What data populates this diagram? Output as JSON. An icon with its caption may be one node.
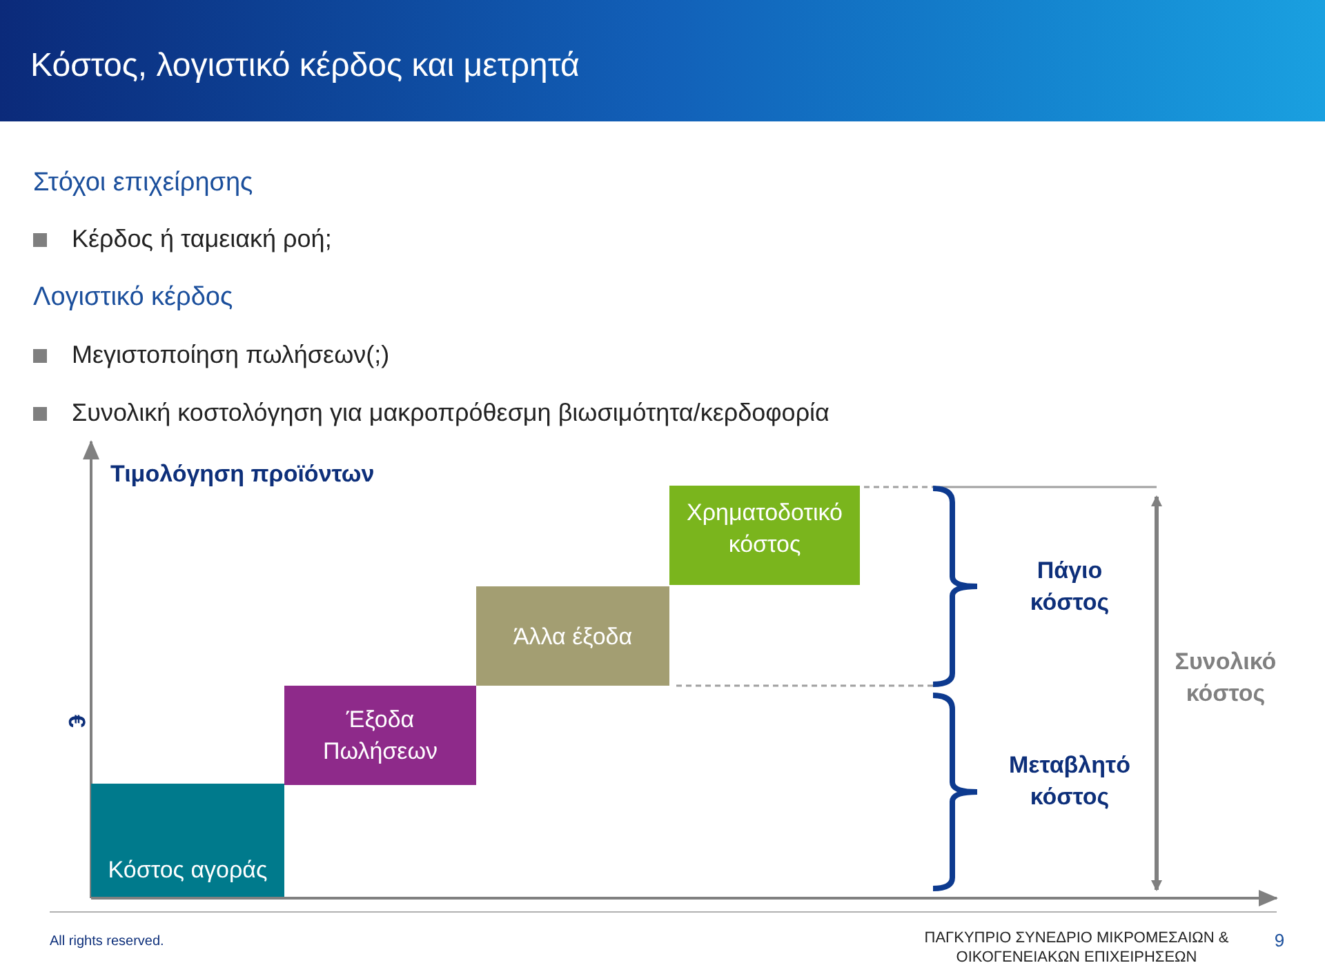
{
  "diagram": {
    "title": "Κόστος, λογιστικό κέρδος και μετρητά",
    "nodes": [
      {
        "text": [
          "Κόστος αγοράς"
        ]
      },
      {
        "text": [
          "Έξοδα Πωλήσεων"
        ]
      },
      {
        "text": [
          "Άλλα έξοδα"
        ]
      },
      {
        "text": [
          "Χρηματοδοτικό κόστος"
        ]
      }
    ],
    "edges": [],
    "labels": [
      "Στόχοι επιχείρησης",
      "Κέρδος ή ταμειακή ροή;",
      "Λογιστικό κέρδος",
      "Μεγιστοποίηση πωλήσεων(;)",
      "Συνολική κοστολόγηση για μακροπρόθεσμη βιωσιμότητα/κερδοφορία",
      "Τιμολόγηση προϊόντων",
      "€",
      "Πάγιο κόστος",
      "Μεταβλητό κόστος",
      "Συνολικό κόστος",
      "All rights reserved.",
      "ΠΑΓΚΥΠΡΙΟ ΣΥΝΕΔΡΙΟ ΜΙΚΡΟΜΕΣΑΙΩΝ & ΟΙΚΟΓΕΝΕΙΑΚΩΝ ΕΠΙΧΕΙΡΗΣΕΩΝ",
      "9"
    ]
  }
}
